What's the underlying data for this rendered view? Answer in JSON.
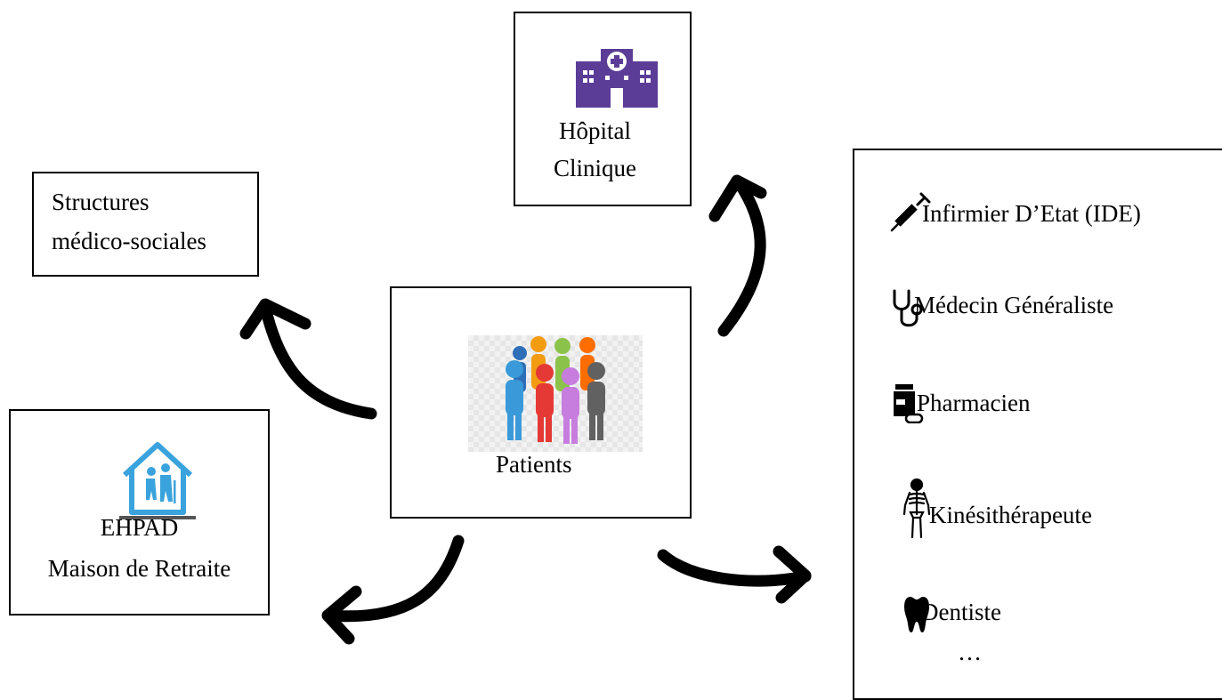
{
  "hospital": {
    "line1": "Hôpital",
    "line2": "Clinique",
    "icon": "hospital-icon"
  },
  "structures": {
    "line1": "Structures",
    "line2": "médico-sociales"
  },
  "patients": {
    "label": "Patients",
    "icon": "people-group-icon"
  },
  "ehpad": {
    "line1": "EHPAD",
    "line2": "Maison de Retraite",
    "icon": "elderly-house-icon"
  },
  "professionals": {
    "items": [
      {
        "label": "Infirmier D’Etat (IDE)",
        "icon": "syringe-icon"
      },
      {
        "label": "Médecin Généraliste",
        "icon": "stethoscope-icon"
      },
      {
        "label": "Pharmacien",
        "icon": "medicine-bottle-icon"
      },
      {
        "label": "Kinésithérapeute",
        "icon": "skeleton-icon"
      },
      {
        "label": "Dentiste",
        "icon": "tooth-icon"
      }
    ],
    "ellipsis": "…"
  },
  "colors": {
    "hospital": "#5b3d98",
    "house": "#3aa3dd"
  }
}
